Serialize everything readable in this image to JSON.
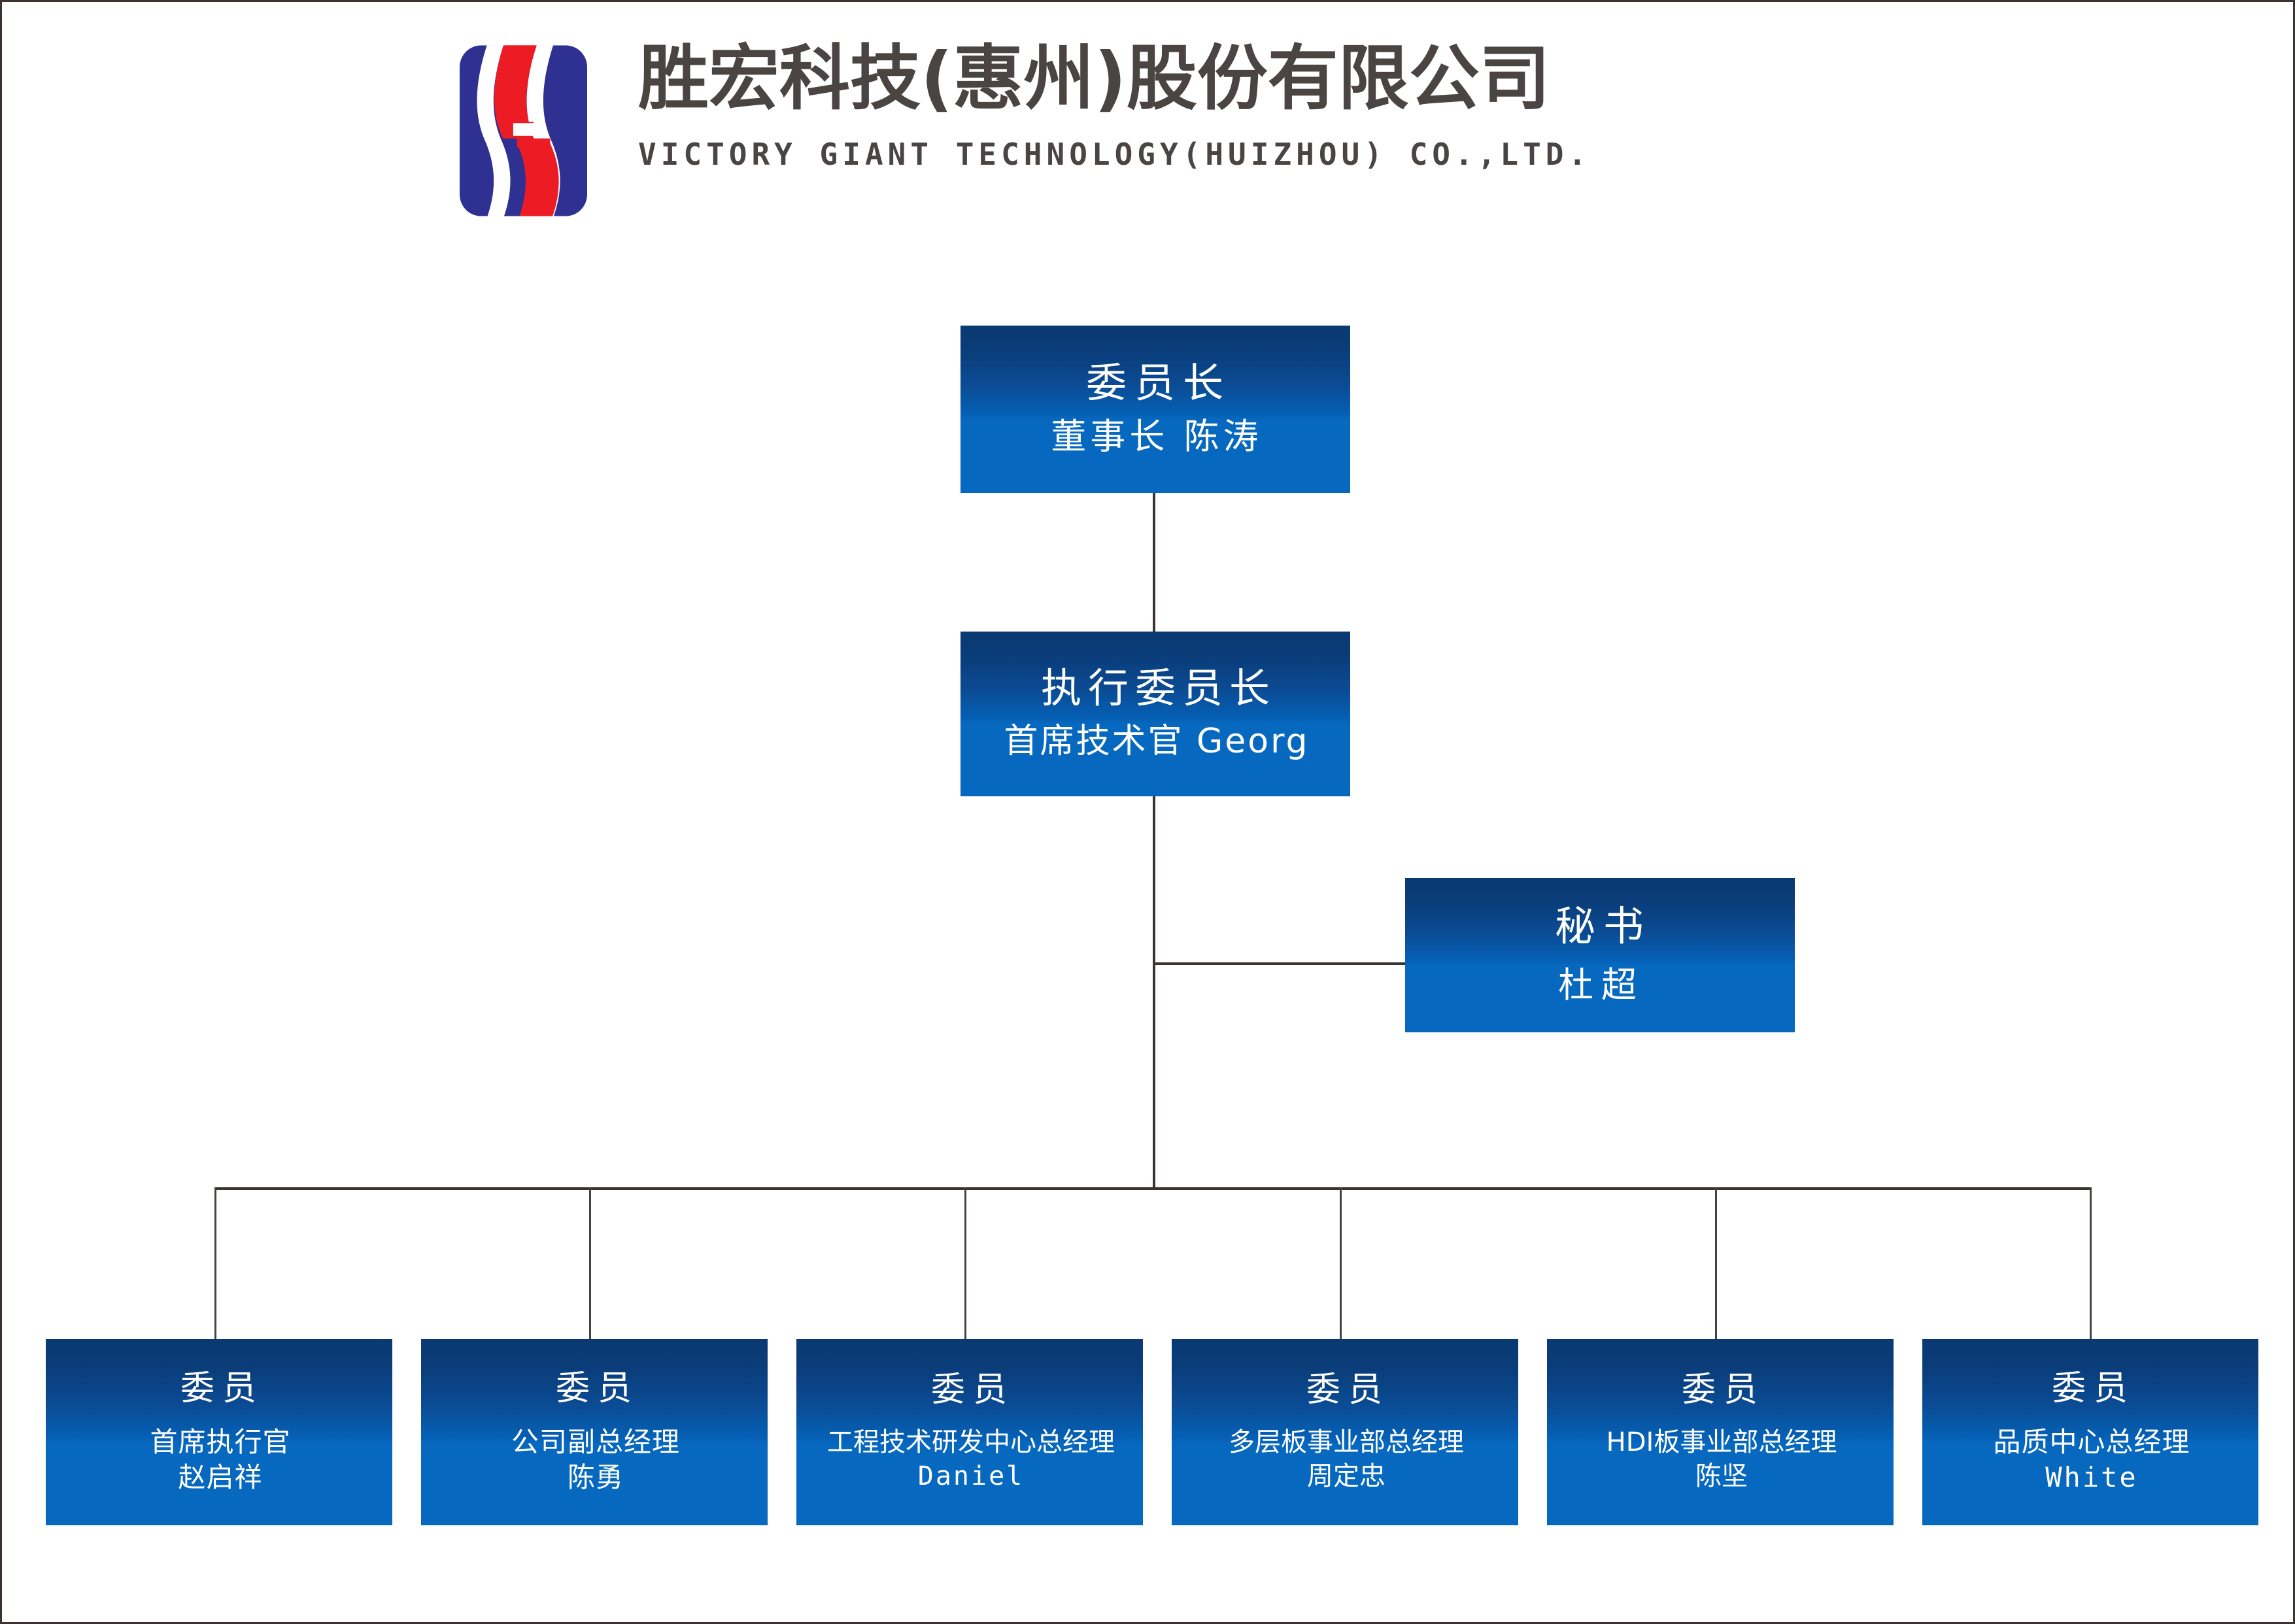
{
  "header": {
    "logo_name": "victory-giant-logo",
    "logo_colors": {
      "blue": "#2e3192",
      "red": "#ed1c24",
      "white": "#ffffff"
    },
    "company_name_cn": "胜宏科技(惠州)股份有限公司",
    "company_name_en": "VICTORY GIANT TECHNOLOGY(HUIZHOU) CO.,LTD."
  },
  "colors": {
    "node_gradient_top": "#0a3a72",
    "node_gradient_bottom": "#0668be",
    "connector": "#3a3330",
    "page_border": "#3a3330",
    "text_dark": "#4a4542",
    "node_text": "#ffffff"
  },
  "chart": {
    "type": "org-chart",
    "nodes": [
      {
        "id": "chairman",
        "role": "委员长",
        "detail": "董事长 陈涛",
        "level": 1,
        "parent": null
      },
      {
        "id": "executive-chairman",
        "role": "执行委员长",
        "detail": "首席技术官 Georg",
        "level": 2,
        "parent": "chairman"
      },
      {
        "id": "secretary",
        "role": "秘书",
        "detail": "杜超",
        "level": 3,
        "parent": "executive-chairman"
      }
    ],
    "members": [
      {
        "id": "member-ceo",
        "role": "委员",
        "title": "首席执行官",
        "name": "赵启祥",
        "name_is_latin": false
      },
      {
        "id": "member-deputy-gm",
        "role": "委员",
        "title": "公司副总经理",
        "name": "陈勇",
        "name_is_latin": false
      },
      {
        "id": "member-rnd",
        "role": "委员",
        "title": "工程技术研发中心总经理",
        "name": "Daniel",
        "name_is_latin": true
      },
      {
        "id": "member-multilayer",
        "role": "委员",
        "title": "多层板事业部总经理",
        "name": "周定忠",
        "name_is_latin": false
      },
      {
        "id": "member-hdi",
        "role": "委员",
        "title": "HDI板事业部总经理",
        "name": "陈坚",
        "name_is_latin": false
      },
      {
        "id": "member-quality",
        "role": "委员",
        "title": "品质中心总经理",
        "name": "White",
        "name_is_latin": true
      }
    ]
  }
}
